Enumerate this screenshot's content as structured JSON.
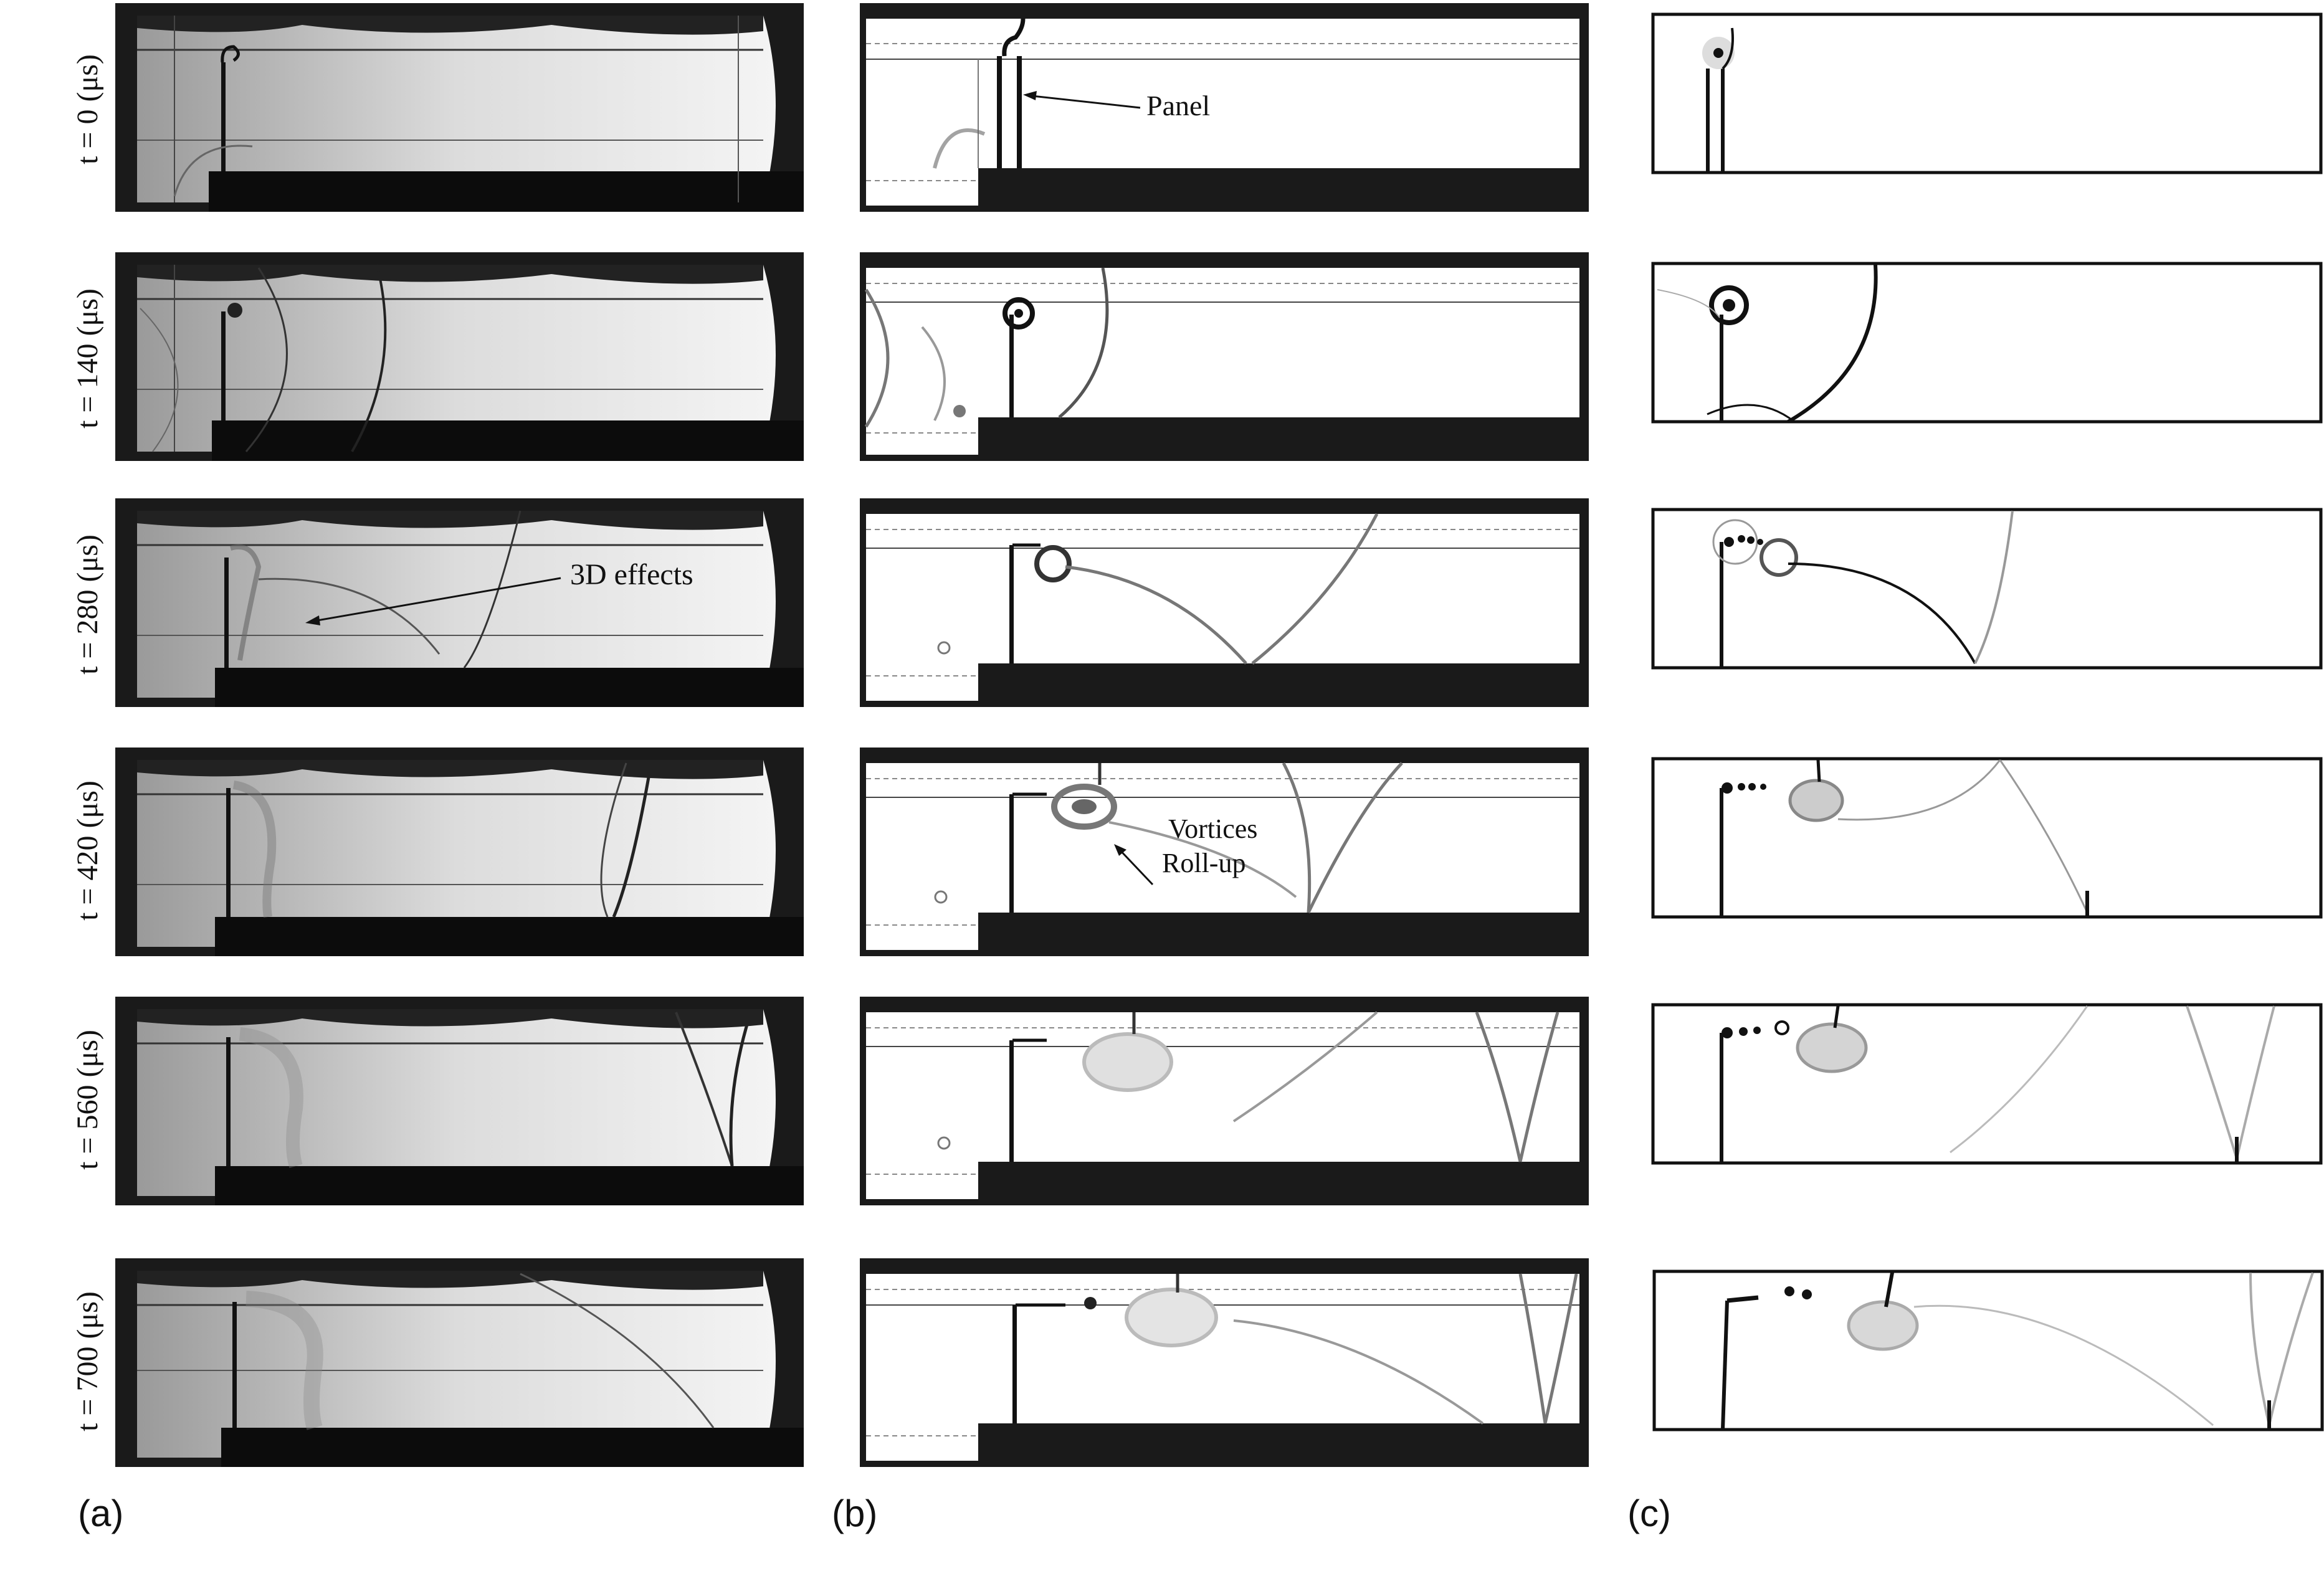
{
  "figure": {
    "rows": [
      {
        "time_label": "t = 0 (μs)"
      },
      {
        "time_label": "t = 140 (μs)"
      },
      {
        "time_label": "t = 280 (μs)"
      },
      {
        "time_label": "t = 420 (μs)"
      },
      {
        "time_label": "t = 560 (μs)"
      },
      {
        "time_label": "t = 700 (μs)"
      }
    ],
    "columns": [
      {
        "label": "(a)"
      },
      {
        "label": "(b)"
      },
      {
        "label": "(c)"
      }
    ],
    "annotations": {
      "panel": "Panel",
      "three_d": "3D effects",
      "vortices": "Vortices",
      "rollup": "Roll-up"
    }
  }
}
